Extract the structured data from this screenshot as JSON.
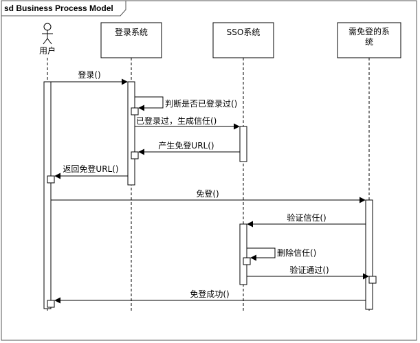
{
  "frame": {
    "title": "sd Business Process Model"
  },
  "participants": [
    {
      "id": "user",
      "label": "用户",
      "kind": "actor"
    },
    {
      "id": "login",
      "label": "登录系统",
      "kind": "box"
    },
    {
      "id": "sso",
      "label": "SSO系统",
      "kind": "box"
    },
    {
      "id": "target",
      "label_lines": [
        "需免登的系",
        "统"
      ],
      "kind": "box"
    }
  ],
  "messages": [
    {
      "id": "m1",
      "label": "登录()",
      "from": "user",
      "to": "login",
      "style": "call"
    },
    {
      "id": "m2",
      "label": "判断是否已登录过()",
      "from": "login",
      "to": "login",
      "style": "self"
    },
    {
      "id": "m3",
      "label": "已登录过，生成信任()",
      "from": "login",
      "to": "sso",
      "style": "call"
    },
    {
      "id": "m4",
      "label": "产生免登URL()",
      "from": "sso",
      "to": "login",
      "style": "call"
    },
    {
      "id": "m5",
      "label": "返回免登URL()",
      "from": "login",
      "to": "user",
      "style": "call"
    },
    {
      "id": "m6",
      "label": "免登()",
      "from": "user",
      "to": "target",
      "style": "call"
    },
    {
      "id": "m7",
      "label": "验证信任()",
      "from": "target",
      "to": "sso",
      "style": "call"
    },
    {
      "id": "m8",
      "label": "删除信任()",
      "from": "sso",
      "to": "sso",
      "style": "self"
    },
    {
      "id": "m9",
      "label": "验证通过()",
      "from": "sso",
      "to": "target",
      "style": "call"
    },
    {
      "id": "m10",
      "label": "免登成功()",
      "from": "target",
      "to": "user",
      "style": "call"
    }
  ]
}
